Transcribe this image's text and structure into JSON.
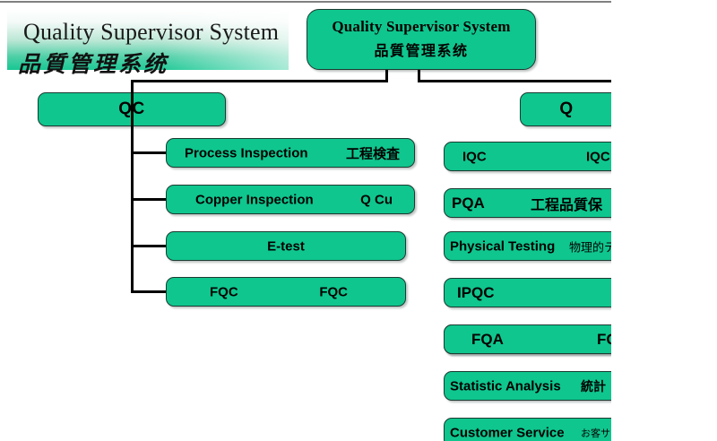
{
  "page": {
    "background_color": "#ffffff",
    "accent_green": "#0FC68E",
    "line_color": "#000000",
    "rule_color": "#808080"
  },
  "banner": {
    "title_en": "Quality Supervisor System",
    "title_cn": "品質管理系统"
  },
  "root": {
    "title_en": "Quality Supervisor System",
    "title_cn": "品質管理系统"
  },
  "left_branch": {
    "heading": "QC",
    "items": [
      {
        "label": "Process Inspection",
        "label_cjk": "工程検査"
      },
      {
        "label": "Copper Inspection",
        "label_cjk": "Q Cu"
      },
      {
        "label": "E-test",
        "label_cjk": ""
      },
      {
        "label": "FQC",
        "label_cjk": "FQC"
      }
    ]
  },
  "right_branch": {
    "heading": "Q",
    "items": [
      {
        "label": "IQC",
        "label_cjk": "IQC"
      },
      {
        "label": "PQA",
        "label_cjk": "工程品質保"
      },
      {
        "label": "Physical Testing",
        "label_cjk": "物理的テ"
      },
      {
        "label": "IPQC",
        "label_cjk": ""
      },
      {
        "label": "",
        "label_cjk": ""
      },
      {
        "label": "FQA",
        "label_cjk": "FQA"
      },
      {
        "label": "Statistic Analysis",
        "label_cjk": "統計"
      },
      {
        "label": "Customer Service",
        "label_cjk": "お客サ"
      }
    ]
  }
}
